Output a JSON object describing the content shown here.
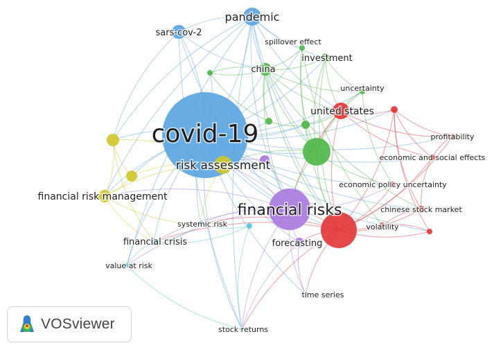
{
  "app": {
    "brand_name": "VOSviewer"
  },
  "colors": {
    "blue": "#5aa5e0",
    "green": "#4fb748",
    "red": "#e2383a",
    "yellow": "#d1c72c",
    "purple": "#a97be0",
    "cyan": "#55c6d8"
  },
  "network": {
    "nodes": [
      {
        "id": "covid19",
        "label": "covid-19",
        "cluster": "blue"
      },
      {
        "id": "pandemic",
        "label": "pandemic",
        "cluster": "blue"
      },
      {
        "id": "sarscov2",
        "label": "sars-cov-2",
        "cluster": "blue"
      },
      {
        "id": "riskassessment",
        "label": "risk assessment",
        "cluster": "yellow"
      },
      {
        "id": "finriskmgmt",
        "label": "financial risk management",
        "cluster": "yellow"
      },
      {
        "id": "yel1",
        "label": "",
        "cluster": "yellow"
      },
      {
        "id": "yel2",
        "label": "",
        "cluster": "yellow"
      },
      {
        "id": "china",
        "label": "china",
        "cluster": "green"
      },
      {
        "id": "investment",
        "label": "investment",
        "cluster": "green"
      },
      {
        "id": "spillover",
        "label": "spillover effect",
        "cluster": "green"
      },
      {
        "id": "uncertainty",
        "label": "uncertainty",
        "cluster": "green"
      },
      {
        "id": "greenbig",
        "label": "",
        "cluster": "green"
      },
      {
        "id": "g1",
        "label": "",
        "cluster": "green"
      },
      {
        "id": "g2",
        "label": "",
        "cluster": "green"
      },
      {
        "id": "g3",
        "label": "",
        "cluster": "green"
      },
      {
        "id": "unitedstates",
        "label": "united states",
        "cluster": "red"
      },
      {
        "id": "profitability",
        "label": "profitability",
        "cluster": "red"
      },
      {
        "id": "econsocial",
        "label": "economic and social effects",
        "cluster": "red"
      },
      {
        "id": "epu",
        "label": "economic policy uncertainty",
        "cluster": "red"
      },
      {
        "id": "chinesestock",
        "label": "chinese stock market",
        "cluster": "red"
      },
      {
        "id": "volatility",
        "label": "volatility",
        "cluster": "red"
      },
      {
        "id": "redbig",
        "label": "",
        "cluster": "red"
      },
      {
        "id": "r1",
        "label": "",
        "cluster": "red"
      },
      {
        "id": "r2",
        "label": "",
        "cluster": "red"
      },
      {
        "id": "financialrisks",
        "label": "financial risks",
        "cluster": "purple"
      },
      {
        "id": "forecasting",
        "label": "forecasting",
        "cluster": "purple"
      },
      {
        "id": "timeseries",
        "label": "time series",
        "cluster": "purple"
      },
      {
        "id": "p1",
        "label": "",
        "cluster": "purple"
      },
      {
        "id": "financialcrisis",
        "label": "financial crisis",
        "cluster": "cyan"
      },
      {
        "id": "systemicrisk",
        "label": "systemic risk",
        "cluster": "cyan"
      },
      {
        "id": "valueatrisk",
        "label": "value at risk",
        "cluster": "cyan"
      },
      {
        "id": "stockreturns",
        "label": "stock returns",
        "cluster": "cyan"
      },
      {
        "id": "c1",
        "label": "",
        "cluster": "cyan"
      }
    ],
    "links": [
      [
        "covid19",
        "pandemic"
      ],
      [
        "covid19",
        "sarscov2"
      ],
      [
        "covid19",
        "china"
      ],
      [
        "covid19",
        "investment"
      ],
      [
        "covid19",
        "spillover"
      ],
      [
        "covid19",
        "uncertainty"
      ],
      [
        "covid19",
        "greenbig"
      ],
      [
        "covid19",
        "unitedstates"
      ],
      [
        "covid19",
        "profitability"
      ],
      [
        "covid19",
        "econsocial"
      ],
      [
        "covid19",
        "epu"
      ],
      [
        "covid19",
        "chinesestock"
      ],
      [
        "covid19",
        "volatility"
      ],
      [
        "covid19",
        "redbig"
      ],
      [
        "covid19",
        "financialrisks"
      ],
      [
        "covid19",
        "forecasting"
      ],
      [
        "covid19",
        "timeseries"
      ],
      [
        "covid19",
        "financialcrisis"
      ],
      [
        "covid19",
        "systemicrisk"
      ],
      [
        "covid19",
        "valueatrisk"
      ],
      [
        "covid19",
        "stockreturns"
      ],
      [
        "covid19",
        "finriskmgmt"
      ],
      [
        "covid19",
        "yel1"
      ],
      [
        "covid19",
        "yel2"
      ],
      [
        "covid19",
        "riskassessment"
      ],
      [
        "covid19",
        "g1"
      ],
      [
        "covid19",
        "g2"
      ],
      [
        "covid19",
        "g3"
      ],
      [
        "covid19",
        "r1"
      ],
      [
        "covid19",
        "r2"
      ],
      [
        "pandemic",
        "sarscov2"
      ],
      [
        "pandemic",
        "china"
      ],
      [
        "pandemic",
        "investment"
      ],
      [
        "pandemic",
        "spillover"
      ],
      [
        "pandemic",
        "unitedstates"
      ],
      [
        "pandemic",
        "greenbig"
      ],
      [
        "pandemic",
        "redbig"
      ],
      [
        "pandemic",
        "financialrisks"
      ],
      [
        "pandemic",
        "stockreturns"
      ],
      [
        "pandemic",
        "valueatrisk"
      ],
      [
        "pandemic",
        "yel1"
      ],
      [
        "pandemic",
        "finriskmgmt"
      ],
      [
        "sarscov2",
        "china"
      ],
      [
        "sarscov2",
        "stockreturns"
      ],
      [
        "sarscov2",
        "financialrisks"
      ],
      [
        "sarscov2",
        "yel1"
      ],
      [
        "china",
        "investment"
      ],
      [
        "china",
        "spillover"
      ],
      [
        "china",
        "uncertainty"
      ],
      [
        "china",
        "greenbig"
      ],
      [
        "china",
        "unitedstates"
      ],
      [
        "china",
        "financialrisks"
      ],
      [
        "china",
        "redbig"
      ],
      [
        "china",
        "chinesestock"
      ],
      [
        "china",
        "g1"
      ],
      [
        "china",
        "g2"
      ],
      [
        "investment",
        "uncertainty"
      ],
      [
        "investment",
        "greenbig"
      ],
      [
        "investment",
        "unitedstates"
      ],
      [
        "investment",
        "redbig"
      ],
      [
        "spillover",
        "greenbig"
      ],
      [
        "spillover",
        "redbig"
      ],
      [
        "spillover",
        "volatility"
      ],
      [
        "uncertainty",
        "unitedstates"
      ],
      [
        "uncertainty",
        "greenbig"
      ],
      [
        "uncertainty",
        "epu"
      ],
      [
        "unitedstates",
        "greenbig"
      ],
      [
        "unitedstates",
        "redbig"
      ],
      [
        "unitedstates",
        "profitability"
      ],
      [
        "unitedstates",
        "econsocial"
      ],
      [
        "unitedstates",
        "r1"
      ],
      [
        "unitedstates",
        "financialrisks"
      ],
      [
        "greenbig",
        "financialrisks"
      ],
      [
        "greenbig",
        "redbig"
      ],
      [
        "greenbig",
        "epu"
      ],
      [
        "greenbig",
        "riskassessment"
      ],
      [
        "redbig",
        "financialrisks"
      ],
      [
        "redbig",
        "volatility"
      ],
      [
        "redbig",
        "chinesestock"
      ],
      [
        "redbig",
        "epu"
      ],
      [
        "redbig",
        "profitability"
      ],
      [
        "redbig",
        "econsocial"
      ],
      [
        "redbig",
        "forecasting"
      ],
      [
        "redbig",
        "timeseries"
      ],
      [
        "redbig",
        "stockreturns"
      ],
      [
        "redbig",
        "r1"
      ],
      [
        "redbig",
        "r2"
      ],
      [
        "redbig",
        "financialcrisis"
      ],
      [
        "redbig",
        "systemicrisk"
      ],
      [
        "r1",
        "profitability"
      ],
      [
        "r1",
        "econsocial"
      ],
      [
        "r1",
        "chinesestock"
      ],
      [
        "r1",
        "r2"
      ],
      [
        "r2",
        "volatility"
      ],
      [
        "profitability",
        "econsocial"
      ],
      [
        "econsocial",
        "chinesestock"
      ],
      [
        "chinesestock",
        "volatility"
      ],
      [
        "financialrisks",
        "forecasting"
      ],
      [
        "financialrisks",
        "timeseries"
      ],
      [
        "financialrisks",
        "systemicrisk"
      ],
      [
        "financialrisks",
        "financialcrisis"
      ],
      [
        "financialrisks",
        "riskassessment"
      ],
      [
        "financialrisks",
        "finriskmgmt"
      ],
      [
        "financialrisks",
        "stockreturns"
      ],
      [
        "financialrisks",
        "valueatrisk"
      ],
      [
        "financialrisks",
        "epu"
      ],
      [
        "financialrisks",
        "p1"
      ],
      [
        "forecasting",
        "timeseries"
      ],
      [
        "forecasting",
        "stockreturns"
      ],
      [
        "p1",
        "riskassessment"
      ],
      [
        "riskassessment",
        "finriskmgmt"
      ],
      [
        "riskassessment",
        "yel1"
      ],
      [
        "riskassessment",
        "yel2"
      ],
      [
        "riskassessment",
        "systemicrisk"
      ],
      [
        "finriskmgmt",
        "yel2"
      ],
      [
        "finriskmgmt",
        "yel1"
      ],
      [
        "finriskmgmt",
        "systemicrisk"
      ],
      [
        "finriskmgmt",
        "financialcrisis"
      ],
      [
        "yel1",
        "yel2"
      ],
      [
        "yel1",
        "financialcrisis"
      ],
      [
        "financialcrisis",
        "systemicrisk"
      ],
      [
        "financialcrisis",
        "valueatrisk"
      ],
      [
        "financialcrisis",
        "c1"
      ],
      [
        "systemicrisk",
        "c1"
      ],
      [
        "c1",
        "stockreturns"
      ],
      [
        "valueatrisk",
        "stockreturns"
      ],
      [
        "g1",
        "g2"
      ],
      [
        "g2",
        "g3"
      ],
      [
        "g3",
        "greenbig"
      ],
      [
        "g1",
        "china"
      ],
      [
        "g3",
        "unitedstates"
      ]
    ]
  }
}
